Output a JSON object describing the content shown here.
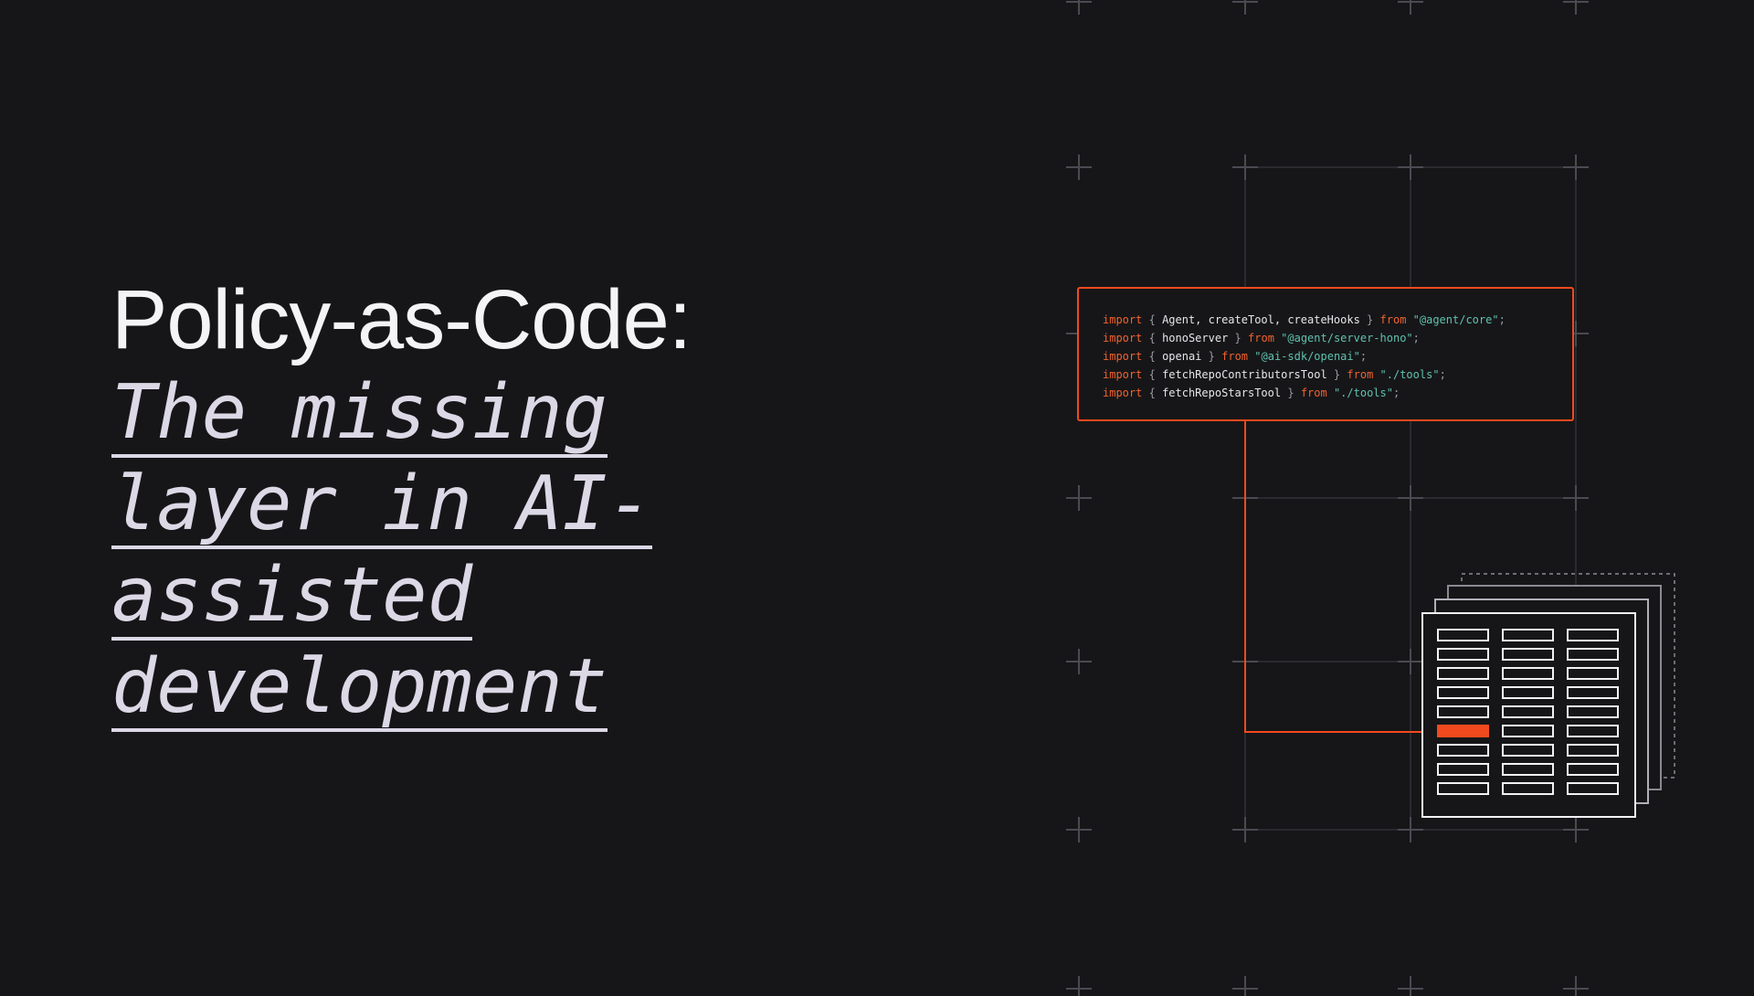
{
  "headline": {
    "title": "Policy-as-Code:",
    "subtitle_lines": [
      "The missing",
      "layer in AI-",
      "assisted",
      "development"
    ]
  },
  "code_snippet": {
    "lines": [
      {
        "kw": "import",
        "open": "{",
        "names": "Agent, createTool, createHooks",
        "close": "}",
        "from": "from",
        "source": "\"@agent/core\"",
        "end": ";"
      },
      {
        "kw": "import",
        "open": "{",
        "names": "honoServer",
        "close": "}",
        "from": "from",
        "source": "\"@agent/server-hono\"",
        "end": ";"
      },
      {
        "kw": "import",
        "open": "{",
        "names": "openai",
        "close": "}",
        "from": "from",
        "source": "\"@ai-sdk/openai\"",
        "end": ";"
      },
      {
        "kw": "import",
        "open": "{",
        "names": "fetchRepoContributorsTool",
        "close": "}",
        "from": "from",
        "source": "\"./tools\"",
        "end": ";"
      },
      {
        "kw": "import",
        "open": "{",
        "names": "fetchRepoStarsTool",
        "close": "}",
        "from": "from",
        "source": "\"./tools\"",
        "end": ";"
      }
    ]
  },
  "colors": {
    "background": "#161618",
    "accent": "#f04a1e",
    "keyword": "#f0622f",
    "string": "#5fc2b0",
    "title": "#f4f4f6",
    "subtitle": "#dcd8e6",
    "grid": "#3a3a40"
  },
  "icons": {
    "grid_marker": "plus-marker-icon",
    "document_stack": "table-document-stack-icon"
  }
}
